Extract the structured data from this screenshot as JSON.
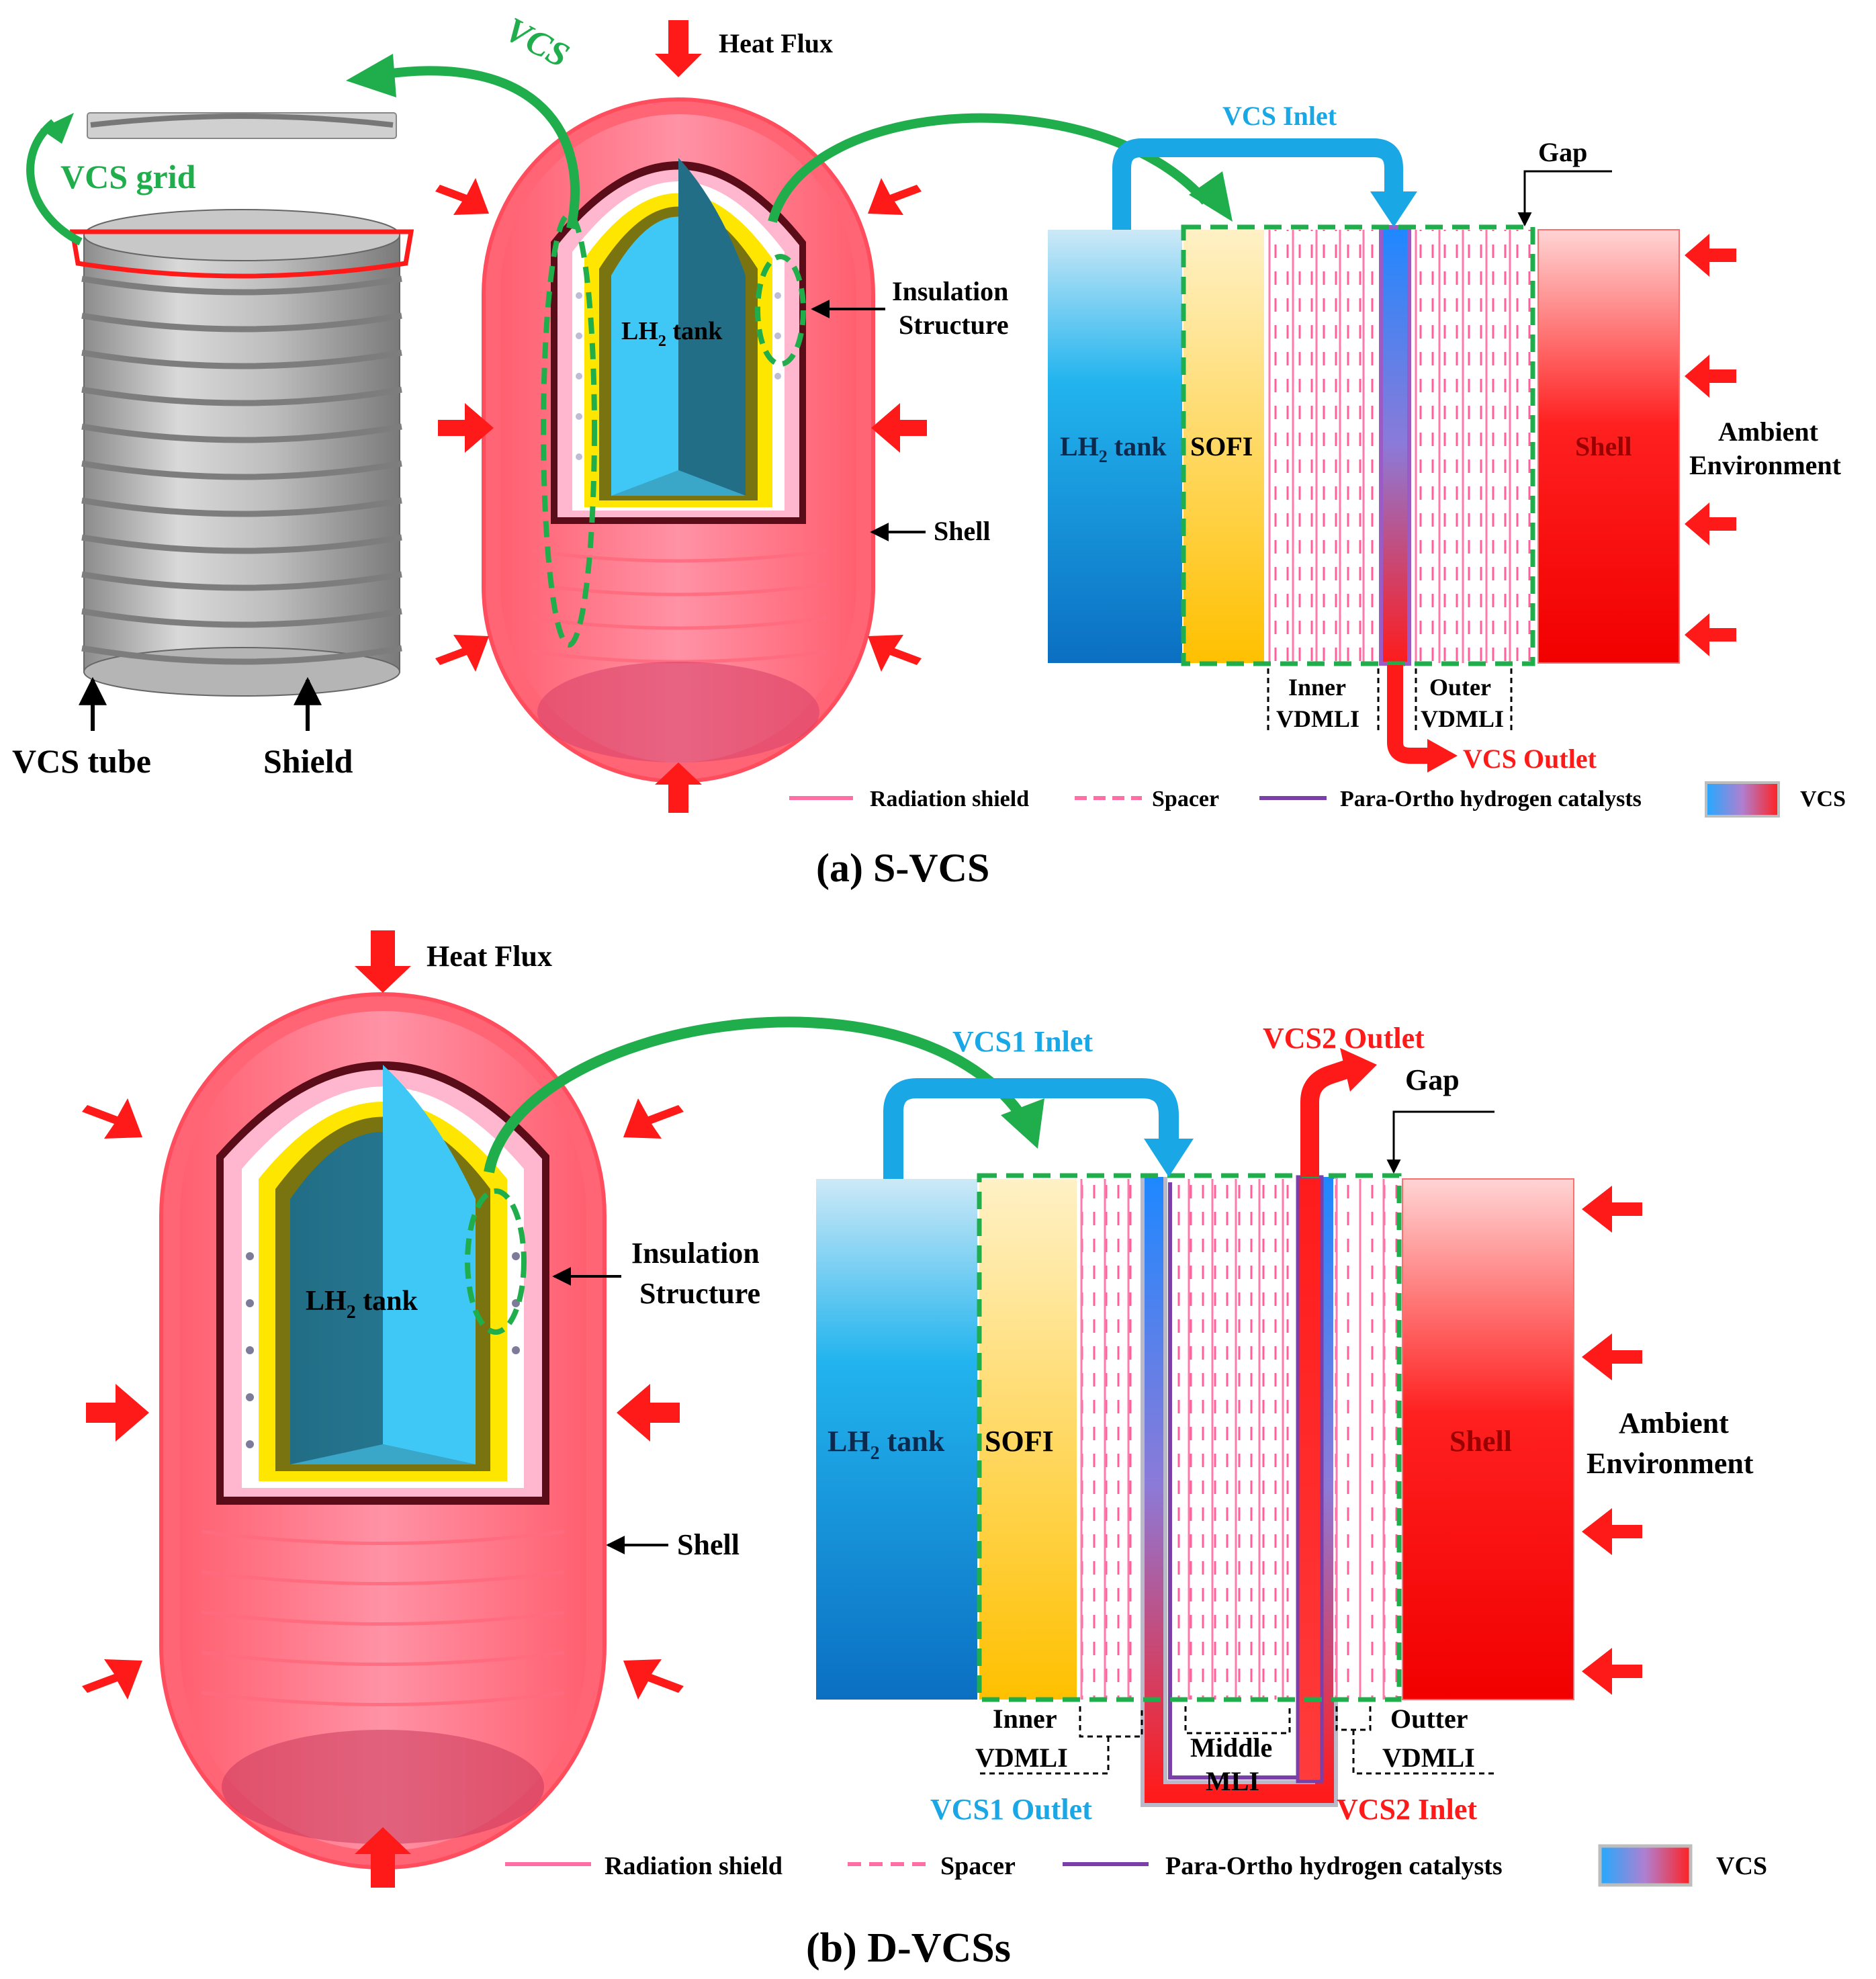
{
  "panel_a": {
    "caption": "(a) S-VCS",
    "labels": {
      "vcs": "VCS",
      "vcs_grid": "VCS grid",
      "vcs_tube": "VCS tube",
      "shield": "Shield",
      "heat_flux": "Heat Flux",
      "lh2_main": "LH",
      "lh2_sub": "2",
      "lh2_rest": " tank",
      "insulation_1": "Insulation",
      "insulation_2": "Structure",
      "shell_pointer": "Shell",
      "vcs_inlet": "VCS Inlet",
      "vcs_outlet": "VCS Outlet",
      "gap": "Gap",
      "sofi": "SOFI",
      "shell_layer": "Shell",
      "ambient_1": "Ambient",
      "ambient_2": "Environment",
      "inner_1": "Inner",
      "inner_2": "VDMLI",
      "outer_1": "Outer",
      "outer_2": "VDMLI"
    }
  },
  "panel_b": {
    "caption": "(b) D-VCSs",
    "labels": {
      "heat_flux": "Heat Flux",
      "lh2_main": "LH",
      "lh2_sub": "2",
      "lh2_rest": " tank",
      "insulation_1": "Insulation",
      "insulation_2": "Structure",
      "shell_pointer": "Shell",
      "vcs1_inlet": "VCS1 Inlet",
      "vcs2_outlet": "VCS2 Outlet",
      "vcs1_outlet": "VCS1 Outlet",
      "vcs2_inlet": "VCS2 Inlet",
      "gap": "Gap",
      "sofi": "SOFI",
      "shell_layer": "Shell",
      "ambient_1": "Ambient",
      "ambient_2": "Environment",
      "inner_1": "Inner",
      "inner_2": "VDMLI",
      "middle_1": "Middle",
      "middle_2": "MLI",
      "outer_1": "Outter",
      "outer_2": "VDMLI"
    }
  },
  "legend": {
    "radiation_shield": "Radiation shield",
    "spacer": "Spacer",
    "catalysts": "Para-Ortho hydrogen catalysts",
    "vcs": "VCS"
  },
  "colors": {
    "red": "#ff1a1a",
    "green": "#1fae4b",
    "blue": "#1aa7e6",
    "yellow": "#ffe600",
    "pink_line": "#ff6fa6",
    "purple": "#7a3fa8",
    "shell_red": "#ff2a2a"
  }
}
